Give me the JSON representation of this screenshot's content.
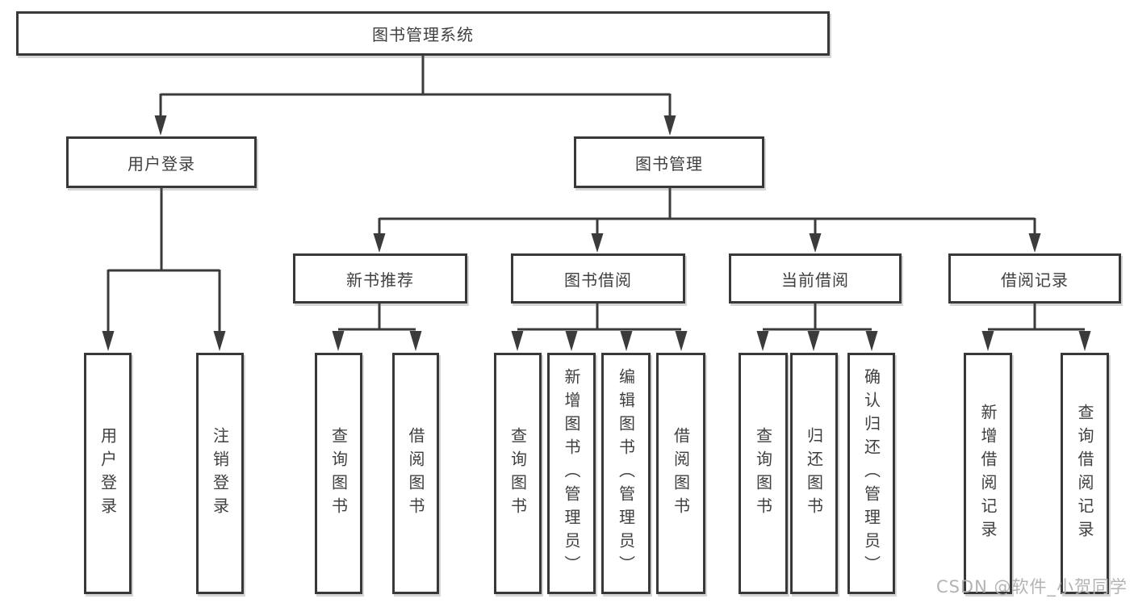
{
  "diagram": {
    "type": "functional-structure-tree",
    "watermark": "CSDN @软件_小贺同学",
    "colors": {
      "line": "#3b3b3b",
      "box_border": "#383838",
      "text": "#3f3f3f",
      "watermark": "#b3b3b3",
      "background": "#ffffff"
    },
    "tree": {
      "label": "图书管理系统",
      "children": [
        {
          "label": "用户登录",
          "children": [
            {
              "label": "用户登录"
            },
            {
              "label": "注销登录"
            }
          ]
        },
        {
          "label": "图书管理",
          "children": [
            {
              "label": "新书推荐",
              "children": [
                {
                  "label": "查询图书"
                },
                {
                  "label": "借阅图书"
                }
              ]
            },
            {
              "label": "图书借阅",
              "children": [
                {
                  "label": "查询图书"
                },
                {
                  "label": "新增图书（管理员）"
                },
                {
                  "label": "编辑图书（管理员）"
                },
                {
                  "label": "借阅图书"
                }
              ]
            },
            {
              "label": "当前借阅",
              "children": [
                {
                  "label": "查询图书"
                },
                {
                  "label": "归还图书"
                },
                {
                  "label": "确认归还（管理员）"
                }
              ]
            },
            {
              "label": "借阅记录",
              "children": [
                {
                  "label": "新增借阅记录"
                },
                {
                  "label": "查询借阅记录"
                }
              ]
            }
          ]
        }
      ]
    }
  }
}
